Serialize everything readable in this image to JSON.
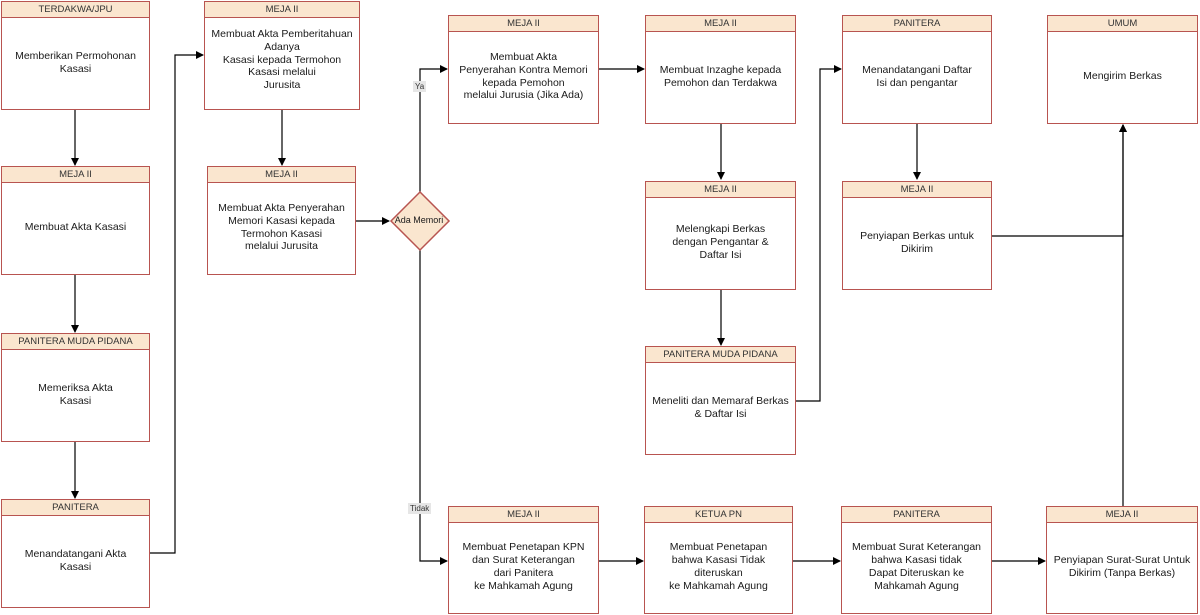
{
  "decision": {
    "label": "Ada Memori"
  },
  "edge_labels": {
    "yes": "Ya",
    "no": "Tidak"
  },
  "boxes": {
    "terdakwa": {
      "header": "TERDAKWA/JPU",
      "text": "Memberikan Permohonan\nKasasi"
    },
    "meja2_akta_kasasi": {
      "header": "MEJA II",
      "text": "Membuat Akta Kasasi"
    },
    "panitera_muda": {
      "header": "PANITERA MUDA PIDANA",
      "text": "Memeriksa Akta\nKasasi"
    },
    "panitera_tanda": {
      "header": "PANITERA",
      "text": "Menandatangani Akta\nKasasi"
    },
    "meja2_pemberitahuan": {
      "header": "MEJA II",
      "text": "Membuat Akta Pemberitahuan\nAdanya\nKasasi kepada Termohon\nKasasi melalui\nJurusita"
    },
    "meja2_penyerahan_memori": {
      "header": "MEJA II",
      "text": "Membuat Akta Penyerahan\nMemori Kasasi kepada\nTermohon Kasasi\nmelalui Jurusita"
    },
    "meja2_kontra_memori": {
      "header": "MEJA II",
      "text": "Membuat Akta\nPenyerahan Kontra Memori\nkepada Pemohon\nmelalui Jurusia (Jika Ada)"
    },
    "meja2_inzaghe": {
      "header": "MEJA II",
      "text": "Membuat Inzaghe kepada\nPemohon dan Terdakwa"
    },
    "meja2_melengkapi": {
      "header": "MEJA II",
      "text": "Melengkapi Berkas\ndengan Pengantar &\nDaftar Isi"
    },
    "panitera_muda_meneliti": {
      "header": "PANITERA MUDA PIDANA",
      "text": "Meneliti dan Memaraf Berkas\n& Daftar Isi"
    },
    "panitera_daftar": {
      "header": "PANITERA",
      "text": "Menandatangani Daftar\nIsi dan pengantar"
    },
    "meja2_penyiapan": {
      "header": "MEJA II",
      "text": "Penyiapan Berkas untuk\nDikirim"
    },
    "umum": {
      "header": "UMUM",
      "text": "Mengirim Berkas"
    },
    "meja2_penetapan": {
      "header": "MEJA II",
      "text": "Membuat Penetapan KPN\ndan Surat Keterangan\ndari Panitera\nke Mahkamah Agung"
    },
    "ketua_pn": {
      "header": "KETUA PN",
      "text": "Membuat Penetapan\nbahwa Kasasi Tidak\nditeruskan\nke Mahkamah Agung"
    },
    "panitera_keterangan": {
      "header": "PANITERA",
      "text": "Membuat Surat Keterangan\nbahwa Kasasi tidak\nDapat Diteruskan ke\nMahkamah Agung"
    },
    "meja2_surat": {
      "header": "MEJA II",
      "text": "Penyiapan Surat-Surat Untuk\nDikirim (Tanpa Berkas)"
    }
  }
}
